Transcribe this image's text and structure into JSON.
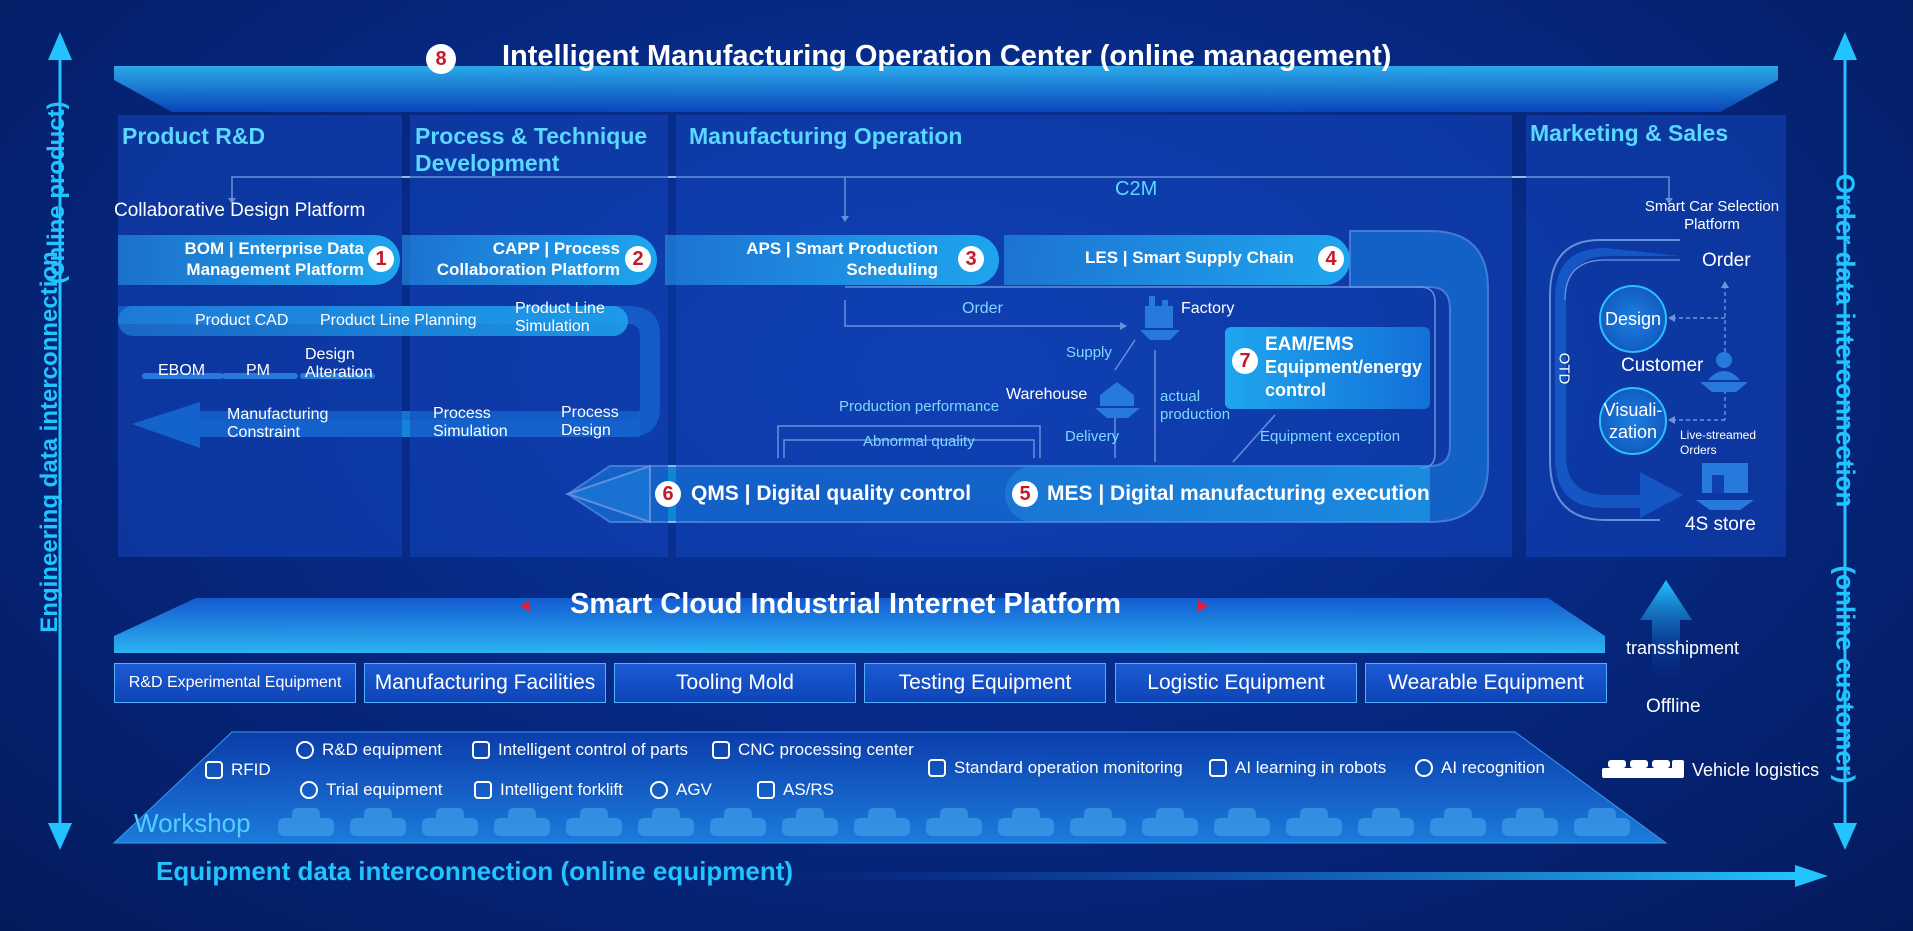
{
  "header": {
    "number": "8",
    "title": "Intelligent Manufacturing Operation Center (online management)"
  },
  "left_axis": {
    "label": "Engineering data interconnection",
    "sub": "(online product)"
  },
  "right_axis": {
    "label": "Order data interconnection",
    "sub": "(online customer)"
  },
  "bottom_axis": {
    "label": "Equipment data interconnection (online equipment)"
  },
  "columns": {
    "rd": "Product R&D",
    "process": "Process & Technique Development",
    "mfg": "Manufacturing Operation",
    "sales": "Marketing & Sales"
  },
  "c2m": "C2M",
  "collab_platform": "Collaborative Design Platform",
  "flow": {
    "bom": {
      "num": "1",
      "line1": "BOM | Enterprise Data",
      "line2": "Management Platform"
    },
    "capp": {
      "num": "2",
      "line1": "CAPP | Process",
      "line2": "Collaboration Platform"
    },
    "aps": {
      "num": "3",
      "line1": "APS | Smart Production",
      "line2": "Scheduling"
    },
    "les": {
      "num": "4",
      "label": "LES | Smart Supply Chain"
    },
    "mes": {
      "num": "5",
      "label": "MES | Digital manufacturing execution"
    },
    "qms": {
      "num": "6",
      "label": "QMS | Digital quality control"
    },
    "eam": {
      "num": "7",
      "line1": "EAM/EMS",
      "line2": "Equipment/energy",
      "line3": "control"
    }
  },
  "rd_items": {
    "product_cad": "Product CAD",
    "product_line_planning": "Product Line Planning",
    "product_line_sim_1": "Product Line",
    "product_line_sim_2": "Simulation",
    "ebom": "EBOM",
    "pm": "PM",
    "design_alt_1": "Design",
    "design_alt_2": "Alteration",
    "mfg_constraint_1": "Manufacturing",
    "mfg_constraint_2": "Constraint",
    "process_sim_1": "Process",
    "process_sim_2": "Simulation",
    "process_design_1": "Process",
    "process_design_2": "Design"
  },
  "mfg_items": {
    "order": "Order",
    "factory": "Factory",
    "supply": "Supply",
    "warehouse": "Warehouse",
    "delivery": "Delivery",
    "actual_1": "actual",
    "actual_2": "production",
    "production_performance": "Production performance",
    "abnormal_quality": "Abnormal quality",
    "equipment_exception": "Equipment exception"
  },
  "sales_items": {
    "smart_car_1": "Smart Car Selection",
    "smart_car_2": "Platform",
    "order": "Order",
    "design": "Design",
    "customer": "Customer",
    "visual_1": "Visuali-",
    "visual_2": "zation",
    "live_1": "Live-streamed",
    "live_2": "Orders",
    "otd": "OTD",
    "store": "4S store"
  },
  "cloud": {
    "title": "Smart Cloud Industrial Internet Platform"
  },
  "equipment": [
    "R&D Experimental Equipment",
    "Manufacturing Facilities",
    "Tooling Mold",
    "Testing Equipment",
    "Logistic Equipment",
    "Wearable Equipment"
  ],
  "transshipment": "transshipment",
  "offline": "Offline",
  "workshop": {
    "label": "Workshop",
    "items": {
      "rfid": "RFID",
      "rd_equipment": "R&D equipment",
      "trial_equipment": "Trial equipment",
      "intelligent_control": "Intelligent control of parts",
      "intelligent_forklift": "Intelligent forklift",
      "agv": "AGV",
      "cnc": "CNC processing center",
      "asrs": "AS/RS",
      "standard_monitoring": "Standard operation monitoring",
      "ai_learning": "AI learning in robots",
      "ai_recognition": "AI recognition"
    }
  },
  "vehicle_logistics": "Vehicle logistics",
  "colors": {
    "accent": "#22c4ff",
    "panel": "#1446be",
    "flow": "#1fa5ee",
    "badge_text": "#c21a2a"
  },
  "icons": [
    "rfid-icon",
    "rd-equipment-icon",
    "trial-equipment-icon",
    "parts-control-icon",
    "forklift-icon",
    "agv-icon",
    "cnc-icon",
    "asrs-icon",
    "monitoring-icon",
    "robot-icon",
    "ai-recognition-icon",
    "vehicle-logistics-icon",
    "factory-icon",
    "warehouse-icon",
    "customer-icon",
    "store-icon",
    "car-icon"
  ]
}
